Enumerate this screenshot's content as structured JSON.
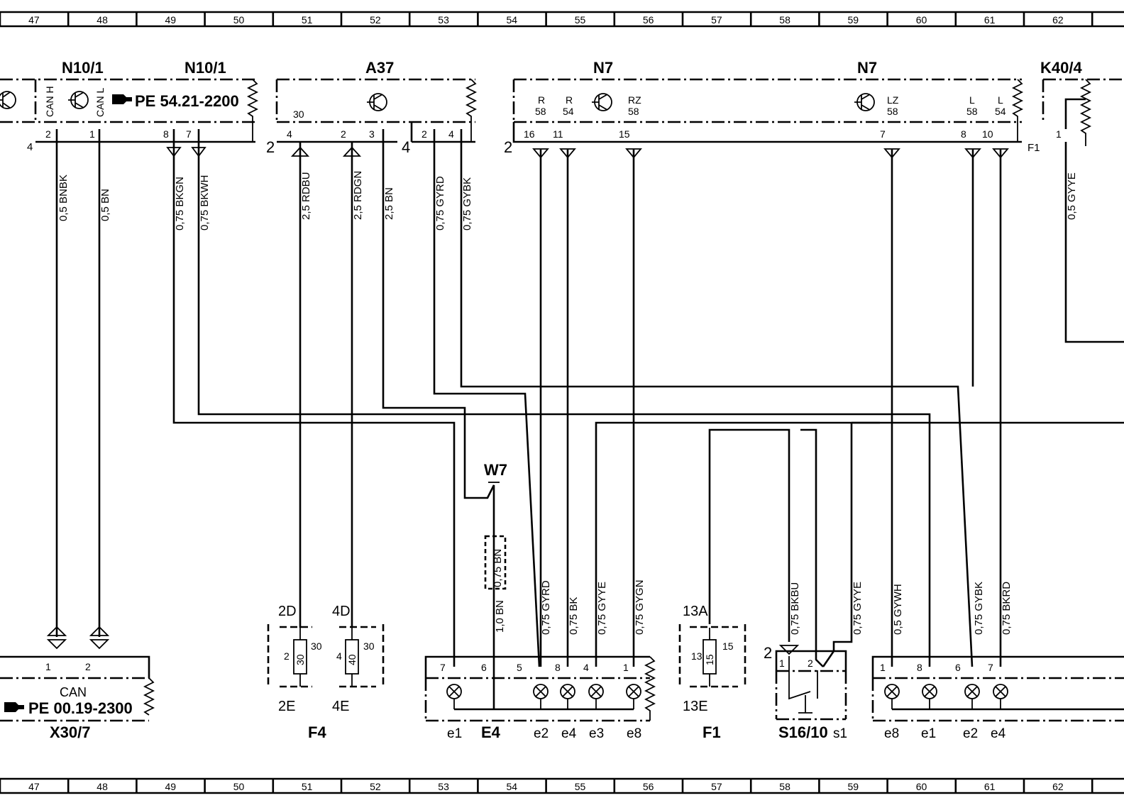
{
  "ruler": {
    "columns": [
      "47",
      "48",
      "49",
      "50",
      "51",
      "52",
      "53",
      "54",
      "55",
      "56",
      "57",
      "58",
      "59",
      "60",
      "61",
      "62"
    ]
  },
  "components": {
    "n10_1_left": {
      "label": "N10/1",
      "pins": [
        "2",
        "1"
      ],
      "pin_names": [
        "CAN H",
        "CAN L"
      ],
      "side_num": "4"
    },
    "n10_1_right": {
      "label": "N10/1",
      "ref": "PE 54.21-2200",
      "pins": [
        "8",
        "7"
      ]
    },
    "a37": {
      "label": "A37",
      "pins": [
        "4",
        "2",
        "3"
      ],
      "pin_top": "30",
      "side_num": "2"
    },
    "a37_conn": {
      "pins": [
        "2",
        "4"
      ],
      "side_num": "4"
    },
    "n7_left": {
      "label": "N7",
      "side_num": "2",
      "pins": [
        "16",
        "11",
        "15"
      ],
      "pin_names": [
        "R",
        "R",
        "RZ"
      ],
      "pin_vals": [
        "58",
        "54",
        "58"
      ]
    },
    "n7_right": {
      "label": "N7",
      "pins": [
        "7",
        "8",
        "10"
      ],
      "pin_names": [
        "LZ",
        "L",
        "L"
      ],
      "pin_vals": [
        "58",
        "58",
        "54"
      ]
    },
    "k40_4": {
      "label": "K40/4",
      "pins": [
        "1"
      ],
      "side": "F1"
    },
    "x30_7": {
      "label": "X30/7",
      "ref": "PE 00.19-2300",
      "inner": "CAN",
      "pins": [
        "1",
        "2"
      ]
    },
    "f4": {
      "label": "F4",
      "tops": [
        "2D",
        "4D"
      ],
      "bottoms": [
        "2E",
        "4E"
      ],
      "fuses": [
        "30",
        "40"
      ],
      "pin_left": [
        "2",
        "4"
      ],
      "pin_right": [
        "30",
        "30"
      ]
    },
    "w7": {
      "label": "W7"
    },
    "e4": {
      "label": "E4",
      "pins": [
        "7",
        "6",
        "5",
        "8",
        "4",
        "1"
      ],
      "subs": [
        "e1",
        "e2",
        "e4",
        "e3",
        "e8"
      ]
    },
    "f1": {
      "label": "F1",
      "top": "13A",
      "bottom": "13E",
      "fuse": "15",
      "pin_left": "13",
      "pin_right": "15"
    },
    "s16_10": {
      "label": "S16/10",
      "sub": "s1",
      "side_num": "2",
      "pins": [
        "1",
        "2"
      ]
    },
    "e_right": {
      "pins": [
        "1",
        "8",
        "6",
        "7"
      ],
      "subs": [
        "e8",
        "e1",
        "e2",
        "e4"
      ]
    }
  },
  "wires": [
    "0,5 BNBK",
    "0,5 BN",
    "0,75 BKGN",
    "0,75 BKWH",
    "2,5 RDBU",
    "2,5 RDGN",
    "2,5 BN",
    "0,75 GYRD",
    "0,75 GYBK",
    "0,5 GYYE",
    "0,75 BN",
    "1,0 BN",
    "0,75 GYRD",
    "0,75 BK",
    "0,75 GYYE",
    "0,75 GYGN",
    "0,75 BKBU",
    "0,75 GYYE",
    "0,5 GYWH",
    "0,75 GYBK",
    "0,75 BKRD"
  ]
}
